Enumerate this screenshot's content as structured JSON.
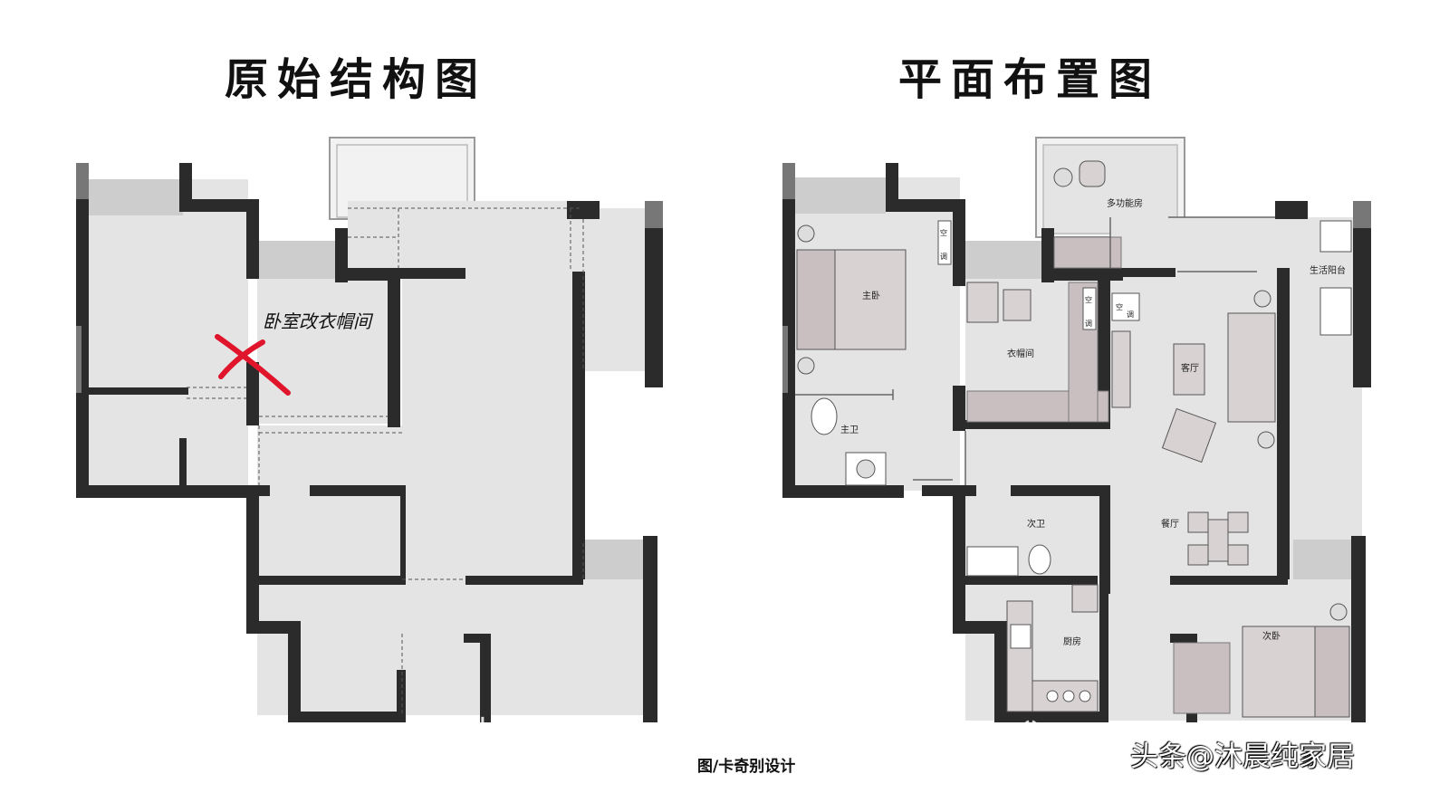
{
  "titles": {
    "original": "原始结构图",
    "layout": "平面布置图"
  },
  "annotation": "卧室改衣帽间",
  "rooms": {
    "multi_function": "多功能房",
    "service_balcony": "生活阳台",
    "master_bedroom": "主卧",
    "walk_in_closet": "衣帽间",
    "living_room": "客厅",
    "master_bath": "主卫",
    "second_bath": "次卫",
    "dining_room": "餐厅",
    "kitchen": "厨房",
    "second_bedroom": "次卧",
    "ac_1": "空",
    "ac_2": "调",
    "ac_3": "空",
    "ac_4": "调",
    "ac_5": "空",
    "ac_6": "调"
  },
  "credit": "图/卡奇别设计",
  "source": "头条@沐晨纯家居",
  "colors": {
    "wall": "#2b2b2b",
    "wall_gray": "#777777",
    "floor": "#e4e4e4",
    "balcony": "#cdcdcd",
    "furniture": "#c9bfc1",
    "cross_mark": "#e0142a"
  }
}
